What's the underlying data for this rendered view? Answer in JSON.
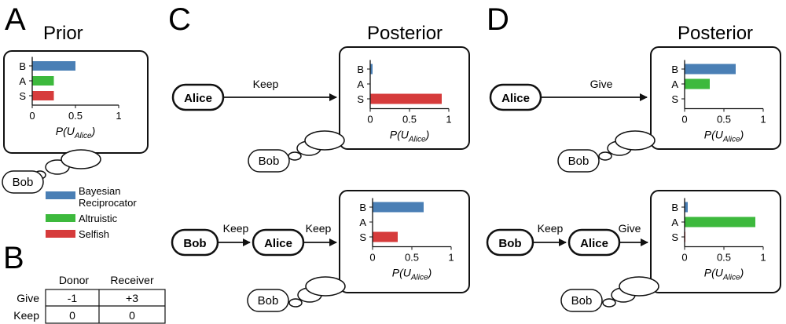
{
  "panels": {
    "a": {
      "letter": "A",
      "title": "Prior"
    },
    "b": {
      "letter": "B"
    },
    "c": {
      "letter": "C",
      "title": "Posterior"
    },
    "d": {
      "letter": "D",
      "title": "Posterior"
    }
  },
  "colors": {
    "bayesian": "#4a7fb5",
    "altruistic": "#3db93d",
    "selfish": "#d63b3b"
  },
  "legend": [
    {
      "key": "bayesian",
      "label": [
        "Bayesian",
        "Reciprocator"
      ]
    },
    {
      "key": "altruistic",
      "label": [
        "Altruistic"
      ]
    },
    {
      "key": "selfish",
      "label": [
        "Selfish"
      ]
    }
  ],
  "axis": {
    "label_prefix": "P(U",
    "label_sub": "Alice",
    "label_suffix": ")",
    "row_labels": [
      "B",
      "A",
      "S"
    ]
  },
  "nodes": {
    "alice": "Alice",
    "bob": "Bob",
    "thought_bob": "Bob"
  },
  "actions": {
    "keep": "Keep",
    "give": "Give"
  },
  "table": {
    "col_headers": [
      "Donor",
      "Receiver"
    ],
    "rows": [
      {
        "label": "Give",
        "values": [
          "-1",
          "+3"
        ]
      },
      {
        "label": "Keep",
        "values": [
          "0",
          "0"
        ]
      }
    ]
  },
  "chart_data": [
    {
      "id": "prior",
      "type": "bar",
      "categories": [
        "B",
        "A",
        "S"
      ],
      "values": [
        0.5,
        0.25,
        0.25
      ],
      "xlim": [
        0,
        1
      ],
      "ticks": [
        "0",
        "0.5",
        "1"
      ],
      "xlabel": "P(U_Alice)",
      "title": "Prior"
    },
    {
      "id": "c_top",
      "type": "bar",
      "categories": [
        "B",
        "A",
        "S"
      ],
      "values": [
        0.03,
        0.0,
        0.91
      ],
      "xlim": [
        0,
        1
      ],
      "ticks": [
        "0",
        "0.5",
        "1"
      ],
      "xlabel": "P(U_Alice)"
    },
    {
      "id": "c_bottom",
      "type": "bar",
      "categories": [
        "B",
        "A",
        "S"
      ],
      "values": [
        0.65,
        0.0,
        0.32
      ],
      "xlim": [
        0,
        1
      ],
      "ticks": [
        "0",
        "0.5",
        "1"
      ],
      "xlabel": "P(U_Alice)"
    },
    {
      "id": "d_top",
      "type": "bar",
      "categories": [
        "B",
        "A",
        "S"
      ],
      "values": [
        0.65,
        0.32,
        0.0
      ],
      "xlim": [
        0,
        1
      ],
      "ticks": [
        "0",
        "0.5",
        "1"
      ],
      "xlabel": "P(U_Alice)"
    },
    {
      "id": "d_bottom",
      "type": "bar",
      "categories": [
        "B",
        "A",
        "S"
      ],
      "values": [
        0.04,
        0.9,
        0.01
      ],
      "xlim": [
        0,
        1
      ],
      "ticks": [
        "0",
        "0.5",
        "1"
      ],
      "xlabel": "P(U_Alice)"
    }
  ]
}
